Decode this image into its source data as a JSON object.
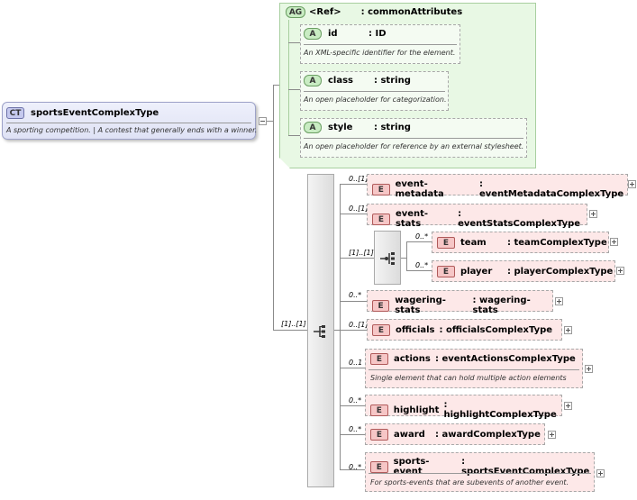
{
  "root": {
    "badge": "CT",
    "name": "sportsEventComplexType",
    "description": "A sporting competition. | A contest that generally ends with a winner."
  },
  "attribute_group": {
    "badge": "AG",
    "ref": "<Ref>",
    "type": ": commonAttributes",
    "attributes": [
      {
        "badge": "A",
        "name": "id",
        "type": ": ID",
        "description": "An XML-specific identifier for the element."
      },
      {
        "badge": "A",
        "name": "class",
        "type": ": string",
        "description": "An open placeholder for categorization."
      },
      {
        "badge": "A",
        "name": "style",
        "type": ": string",
        "description": "An open placeholder for reference by an external stylesheet."
      }
    ]
  },
  "sequence": {
    "cardinality": "[1]..[1]",
    "choice_cardinality": "[1]..[1]",
    "elements": [
      {
        "badge": "E",
        "card": "0..[1]",
        "name": "event-metadata",
        "type": ": eventMetadataComplexType"
      },
      {
        "badge": "E",
        "card": "0..[1]",
        "name": "event-stats",
        "type": ": eventStatsComplexType"
      },
      {
        "badge": "E",
        "card": "0..*",
        "name": "team",
        "type": ": teamComplexType"
      },
      {
        "badge": "E",
        "card": "0..*",
        "name": "player",
        "type": ": playerComplexType"
      },
      {
        "badge": "E",
        "card": "0..*",
        "name": "wagering-stats",
        "type": ": wagering-stats"
      },
      {
        "badge": "E",
        "card": "0..[1]",
        "name": "officials",
        "type": ": officialsComplexType"
      },
      {
        "badge": "E",
        "card": "0..1",
        "name": "actions",
        "type": ": eventActionsComplexType",
        "description": "Single element that can hold multiple action elements"
      },
      {
        "badge": "E",
        "card": "0..*",
        "name": "highlight",
        "type": ": highlightComplexType"
      },
      {
        "badge": "E",
        "card": "0..*",
        "name": "award",
        "type": ": awardComplexType"
      },
      {
        "badge": "E",
        "card": "0..*",
        "name": "sports-event",
        "type": ": sportsEventComplexType",
        "description": "For sports-events that are subevents of another event."
      }
    ]
  }
}
